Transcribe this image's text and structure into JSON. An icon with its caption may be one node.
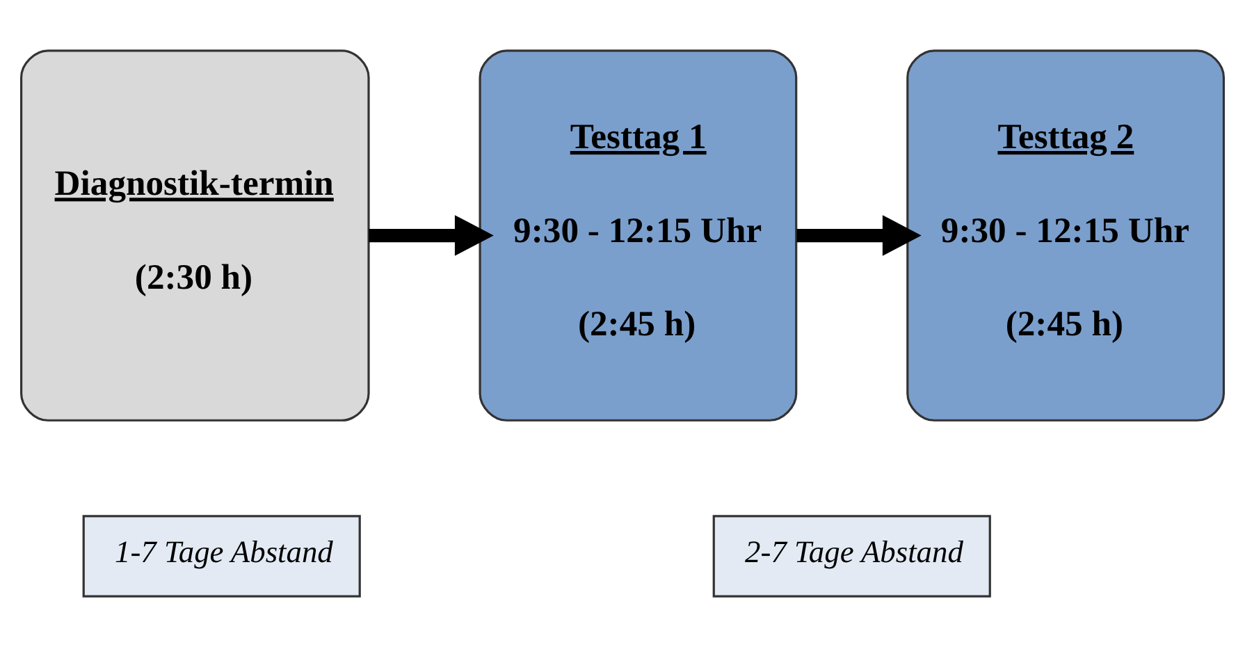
{
  "diagram": {
    "nodes": [
      {
        "text": [
          "Diagnostik-termin",
          "(2:30 h)"
        ]
      },
      {
        "text": [
          "Testtag 1",
          "9:30 - 12:15 Uhr",
          "(2:45 h)"
        ]
      },
      {
        "text": [
          "Testtag 2",
          "9:30 - 12:15 Uhr",
          "(2:45 h)"
        ]
      },
      {
        "text": [
          "1-7 Tage Abstand"
        ]
      },
      {
        "text": [
          "2-7 Tage Abstand"
        ]
      }
    ],
    "edges": [
      {
        "from": 0,
        "to": 1,
        "arrow": "to"
      },
      {
        "from": 1,
        "to": 2,
        "arrow": "to"
      }
    ]
  }
}
